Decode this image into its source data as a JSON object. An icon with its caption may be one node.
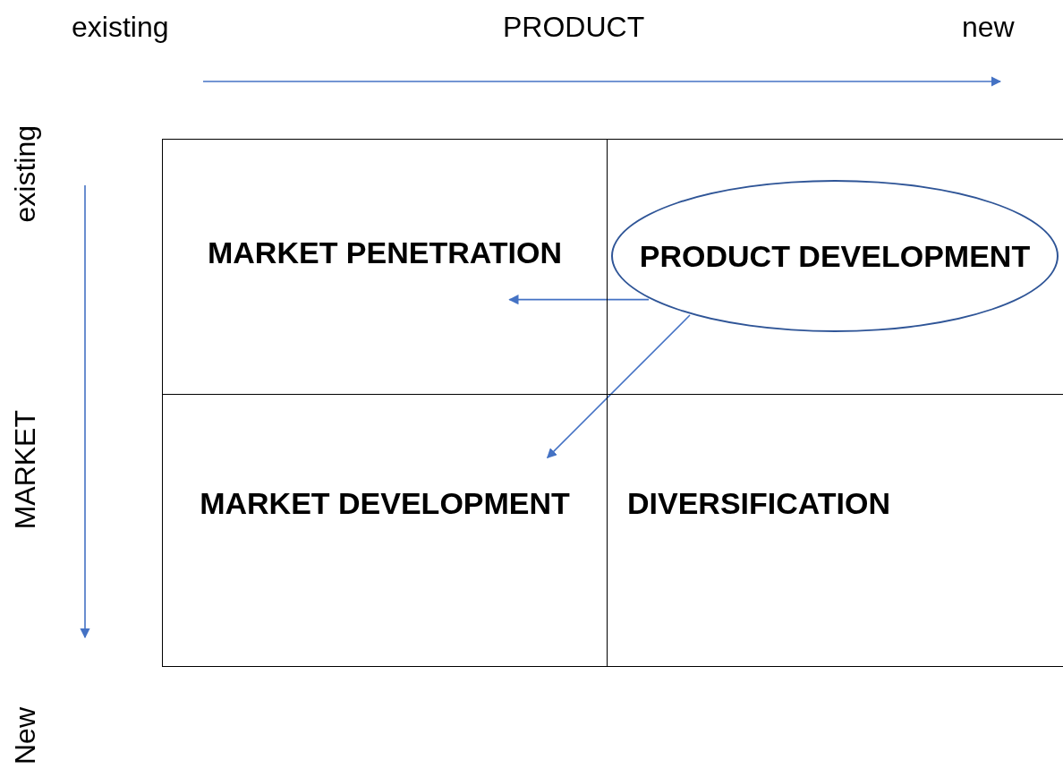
{
  "diagram": {
    "nodes": [
      {
        "text": [
          "MARKET PENETRATION"
        ]
      },
      {
        "text": [],
        "shape": "box"
      },
      {
        "text": [
          "PRODUCT DEVELOPMENT"
        ],
        "in": 1
      },
      {
        "text": [
          "MARKET DEVELOPMENT"
        ]
      },
      {
        "text": [
          "DIVERSIFICATION"
        ]
      }
    ],
    "edges": [
      {
        "from": 2,
        "to": 0,
        "arrow": "to"
      },
      {
        "from": 2,
        "to": 3,
        "arrow": "to"
      }
    ],
    "labels": [
      "existing",
      "PRODUCT",
      "new",
      "existing",
      "MARKET",
      "New"
    ]
  }
}
